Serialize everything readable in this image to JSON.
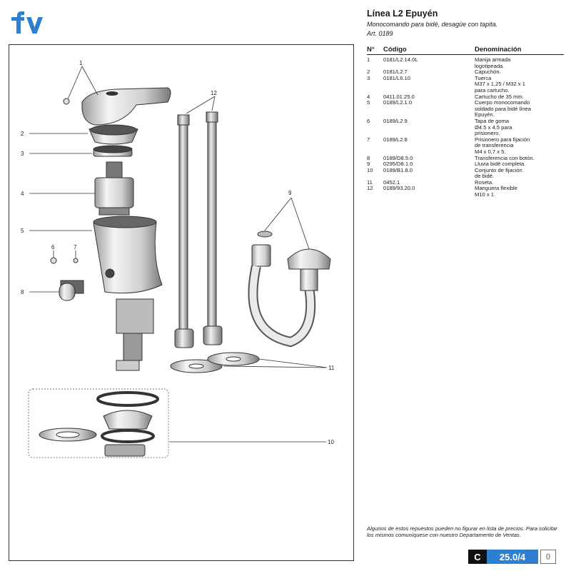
{
  "brand": {
    "logo_text": "fv",
    "color": "#2f7fd0"
  },
  "header": {
    "title": "Línea L2 Epuyén",
    "subtitle": "Monocomando para bidé, desagüe con tapita.",
    "article": "Art. 0189"
  },
  "table": {
    "columns": [
      "N°",
      "Código",
      "Denominación"
    ],
    "rows": [
      {
        "n": "1",
        "code": "0181/L2.14.0L",
        "desc": "Manija armada\nlogotipeada."
      },
      {
        "n": "2",
        "code": "0181/L2.7",
        "desc": "Capuchón."
      },
      {
        "n": "3",
        "code": "0181/L6.10",
        "desc": "Tuerca\nM37 x 1,25 / M32 x 1\npara cartucho."
      },
      {
        "n": "4",
        "code": "0411.01.25.0",
        "desc": "Cartucho de 35 mm."
      },
      {
        "n": "5",
        "code": "0189/L2.1.0",
        "desc": "Cuerpo monocomando\nsoldado para bidé línea\nEpuyén."
      },
      {
        "n": "6",
        "code": "0189/L2.9",
        "desc": "Tapa de goma\nØ4.5 x 4.5 para\nprisionero."
      },
      {
        "n": "7",
        "code": "0189/L2.8",
        "desc": "Prisionero para fijación\nde transferencia\nM4 x 0,7 x 5."
      },
      {
        "n": "8",
        "code": "0189/D8.5.0",
        "desc": "Transferencia con botón."
      },
      {
        "n": "9",
        "code": "0295/D8.1.0",
        "desc": "Lluvia bidé completa."
      },
      {
        "n": "10",
        "code": "0189/B1.8.0",
        "desc": "Conjunto de fijación\nde bidé."
      },
      {
        "n": "11",
        "code": "0452.1",
        "desc": "Roseta."
      },
      {
        "n": "12",
        "code": "0189/93.20.0",
        "desc": "Manguera flexible\nM10 x 1."
      }
    ]
  },
  "drawing_labels": {
    "p1": "1",
    "p2": "2",
    "p3": "3",
    "p4": "4",
    "p5": "5",
    "p6": "6",
    "p7": "7",
    "p8": "8",
    "p9": "9",
    "p10": "10",
    "p11": "11",
    "p12": "12"
  },
  "footnote": "Algunos de estos repuestos pueden no figurar en lista de precios. Para solicitar los mismos comuníquese con nuestro Departamento de Ventas.",
  "page_code": {
    "letter": "C",
    "number": "25.0/4",
    "suffix": "0"
  },
  "colors": {
    "page_code_number_bg": "#2f7fd0",
    "page_code_letter_bg": "#111111"
  }
}
